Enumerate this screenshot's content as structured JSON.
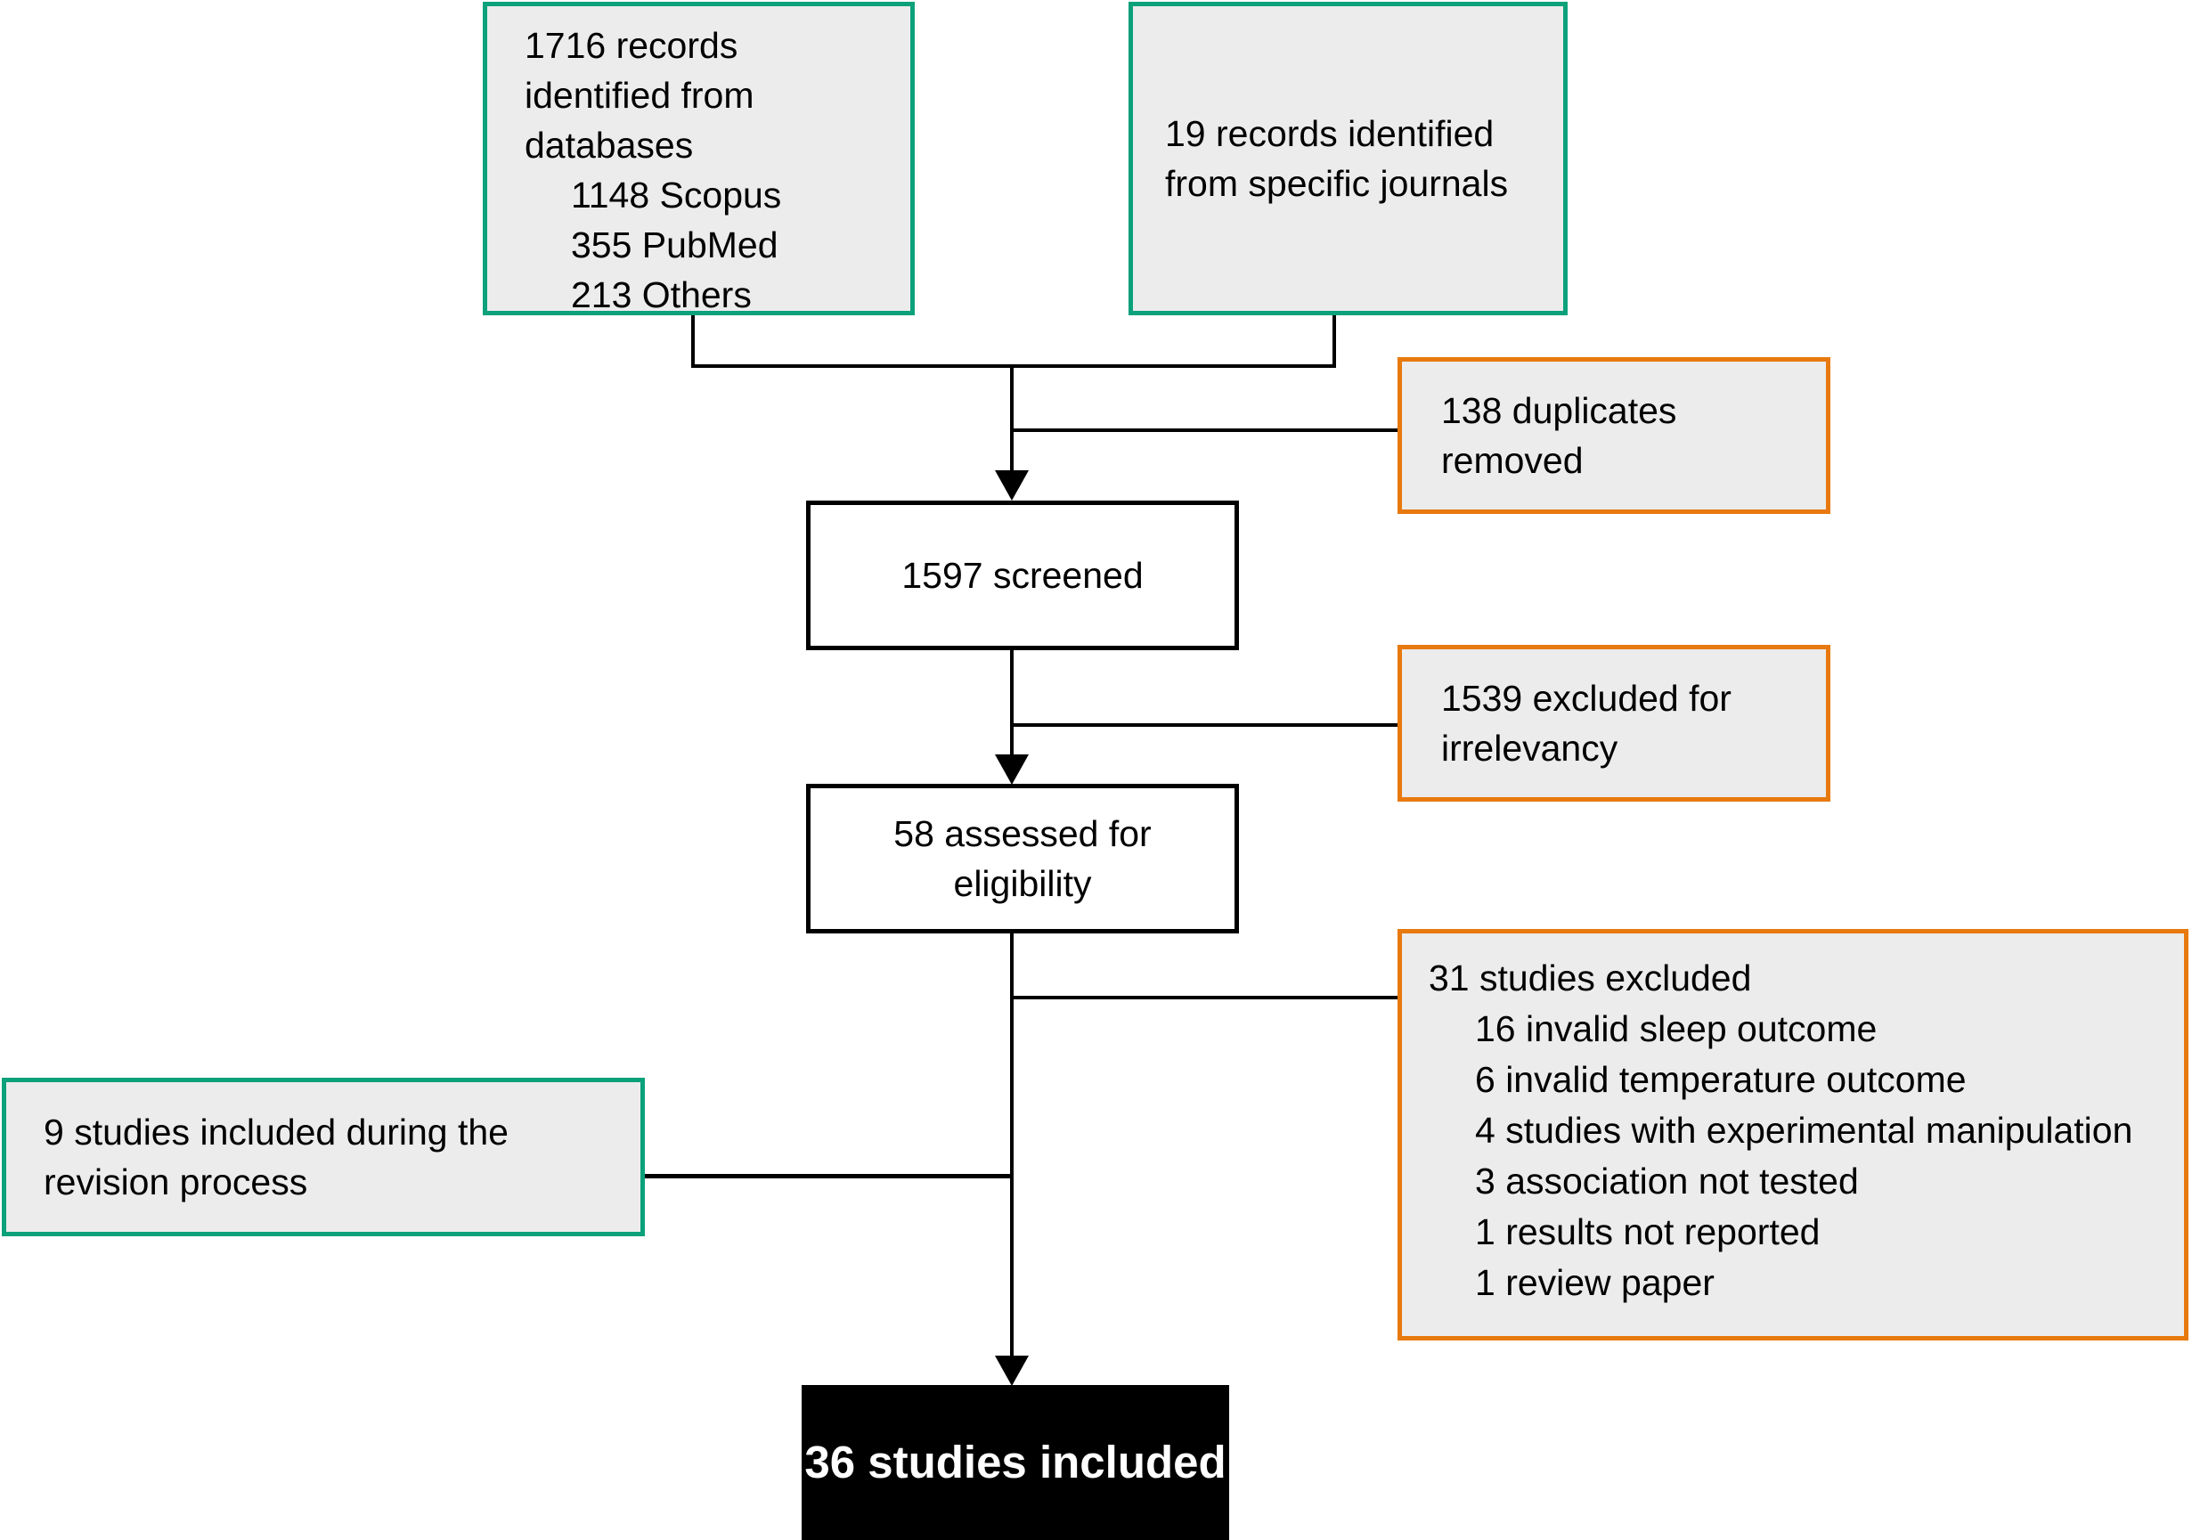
{
  "diagram": {
    "type": "study-selection-flowchart",
    "colors": {
      "identification_box_border": "#0ba17b",
      "exclusion_box_border": "#e8790e",
      "box_fill": "#ececec",
      "connector_line": "#000000",
      "final_box_fill": "#000000",
      "final_box_text": "#ffffff"
    },
    "boxes": {
      "databases": {
        "lines": [
          "1716 records",
          "identified from",
          "databases"
        ],
        "sub_lines": [
          "1148 Scopus",
          "355 PubMed",
          "213 Others"
        ]
      },
      "journals": {
        "lines": [
          "19 records identified",
          "from specific journals"
        ]
      },
      "duplicates": {
        "lines": [
          "138 duplicates",
          "removed"
        ]
      },
      "screened": {
        "label": "1597 screened"
      },
      "irrelevancy": {
        "lines": [
          "1539 excluded for",
          "irrelevancy"
        ]
      },
      "eligibility": {
        "lines": [
          "58 assessed for",
          "eligibility"
        ]
      },
      "excluded": {
        "title": "31 studies excluded",
        "items": [
          "16 invalid sleep outcome",
          "6 invalid temperature outcome",
          "4 studies with experimental manipulation",
          "3 association not tested",
          "1 results not reported",
          "1 review paper"
        ]
      },
      "revision": {
        "lines": [
          "9 studies included during the",
          "revision process"
        ]
      },
      "included": {
        "label": "36 studies included"
      }
    }
  }
}
